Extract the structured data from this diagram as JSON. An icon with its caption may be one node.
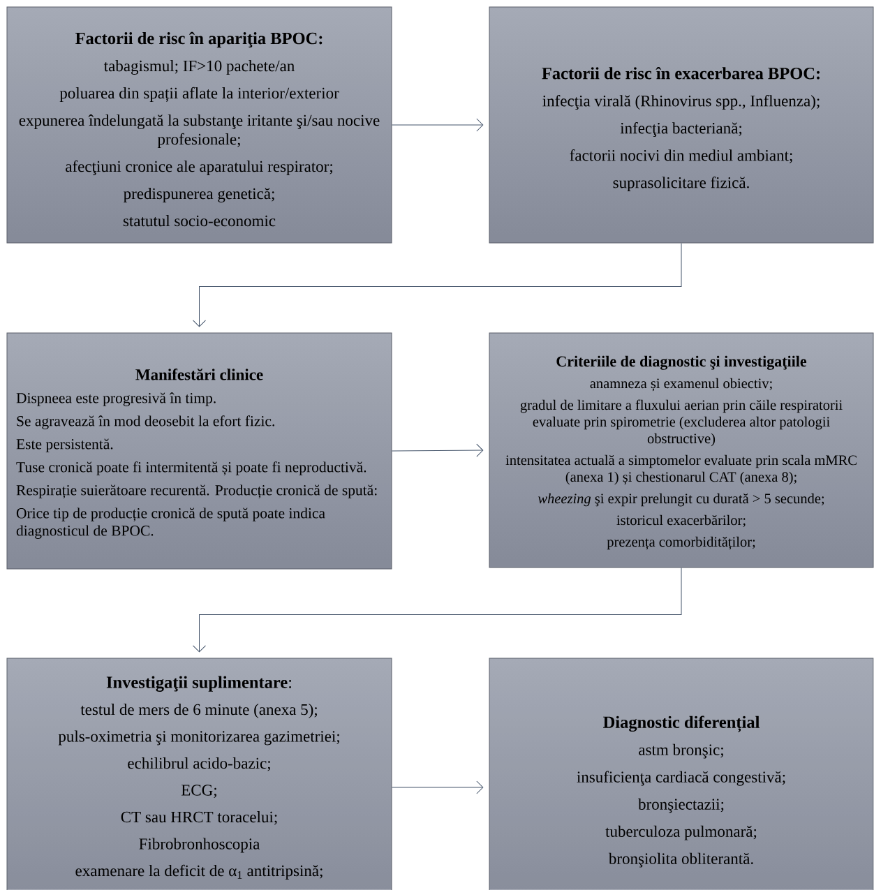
{
  "diagram": {
    "nodes": [
      {
        "text": [
          "Factorii de risc în apariţia BPOC:",
          "tabagismul; IF>10 pachete/an",
          "poluarea din spații aflate la interior/exterior",
          "expunerea îndelungată la substanţe iritante şi/sau nocive profesionale;",
          "afecţiuni cronice ale aparatului respirator;",
          "predispunerea genetică;",
          "statutul socio-economic"
        ]
      },
      {
        "text": [
          "Factorii de risc în exacerbarea BPOC:",
          "infecţia virală (Rhinovirus spp., Influenza);",
          "infecţia bacteriană;",
          "factorii nocivi din mediul ambiant;",
          "suprasolicitare fizică."
        ]
      },
      {
        "text": [
          "Manifestări clinice",
          "Dispneea este progresivă în timp.",
          "Se agravează în mod deosebit la efort fizic.",
          "Este persistentă.",
          "Tuse cronică poate fi intermitentă și poate fi neproductivă.",
          "Respirație suierătoare recurentă. Producție cronică de spută:",
          "Orice tip de producție cronică de spută poate indica diagnosticul de BPOC."
        ]
      },
      {
        "text": [
          "Criteriile de diagnostic şi investigaţiile",
          "anamneza și examenul obiectiv;",
          "gradul de limitare a fluxului aerian prin căile respiratorii evaluate prin spirometrie (excluderea altor patologii obstructive)",
          "intensitatea actuală a simptomelor evaluate prin scala mMRC (anexa 1) și chestionarul CAT (anexa 8);",
          "*wheezing* şi expir prelungit cu durată > 5 secunde;",
          "istoricul exacerbărilor;",
          "prezența comorbidităților;"
        ]
      },
      {
        "text": [
          "**Investigaţii suplimentare**:",
          "testul de mers de 6 minute (anexa 5);",
          "puls-oximetria şi monitorizarea gazimetriei;",
          "echilibrul acido-bazic;",
          "ECG;",
          "CT sau HRCT toracelui;",
          "Fibrobronhoscopia",
          "examenare la deficit de α$_{1}$ antitripsină;"
        ]
      },
      {
        "text": [
          "Diagnostic diferențial",
          "astm bronşic;",
          "insuficienţa cardiacă congestivă;",
          "bronşiectazii;",
          "tuberculoza pulmonară;",
          "bronşiolita obliterantă."
        ]
      }
    ],
    "edges": [
      {
        "from": 0,
        "to": 1,
        "arrow": "to"
      },
      {
        "from": 1,
        "to": 2,
        "arrow": "to"
      },
      {
        "from": 2,
        "to": 3,
        "arrow": "to"
      },
      {
        "from": 3,
        "to": 4,
        "arrow": "to"
      },
      {
        "from": 4,
        "to": 5,
        "arrow": "to"
      }
    ]
  }
}
